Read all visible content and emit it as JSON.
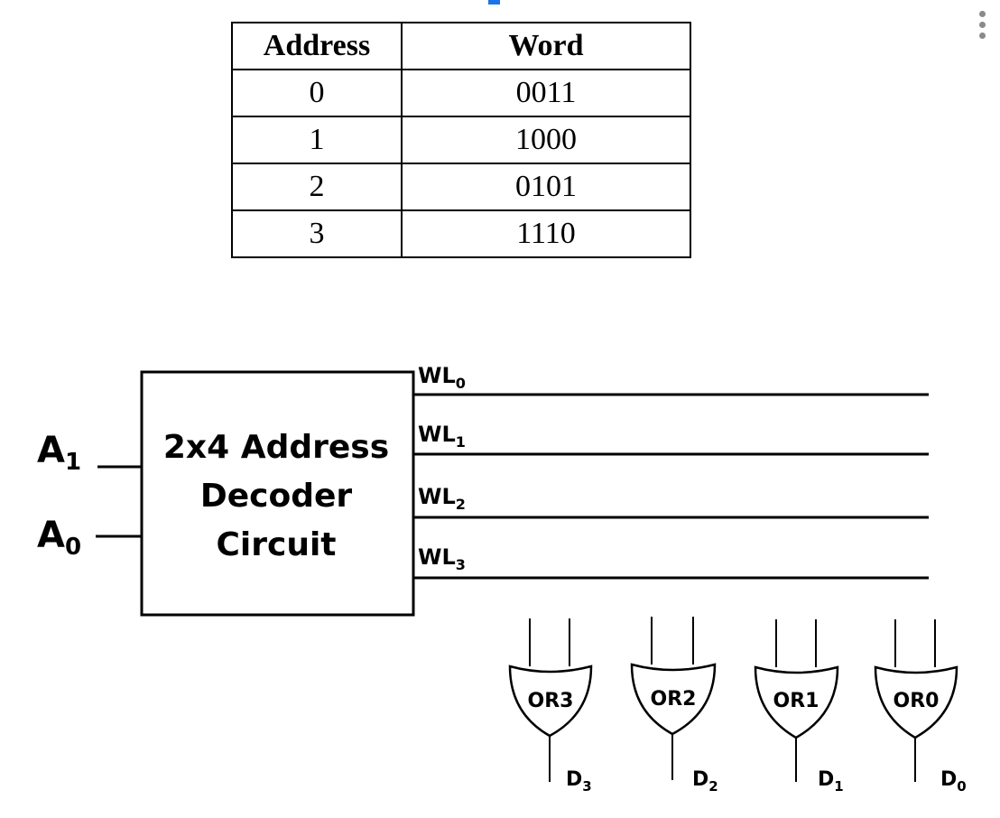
{
  "memory_table": {
    "headers": [
      "Address",
      "Word"
    ],
    "rows": [
      {
        "address": "0",
        "word": "0011"
      },
      {
        "address": "1",
        "word": "1000"
      },
      {
        "address": "2",
        "word": "0101"
      },
      {
        "address": "3",
        "word": "1110"
      }
    ]
  },
  "decoder": {
    "label_line1": "2x4 Address",
    "label_line2": "Decoder",
    "label_line3": "Circuit"
  },
  "inputs": [
    {
      "name": "A",
      "sub": "1"
    },
    {
      "name": "A",
      "sub": "0"
    }
  ],
  "word_lines": [
    {
      "name": "WL",
      "sub": "0"
    },
    {
      "name": "WL",
      "sub": "1"
    },
    {
      "name": "WL",
      "sub": "2"
    },
    {
      "name": "WL",
      "sub": "3"
    }
  ],
  "or_gates": [
    {
      "label": "OR3",
      "out_name": "D",
      "out_sub": "3"
    },
    {
      "label": "OR2",
      "out_name": "D",
      "out_sub": "2"
    },
    {
      "label": "OR1",
      "out_name": "D",
      "out_sub": "1"
    },
    {
      "label": "OR0",
      "out_name": "D",
      "out_sub": "0"
    }
  ],
  "colors": {
    "accent": "#1a73e8",
    "menu_dots": "#8a8a8a",
    "line": "#000000"
  },
  "icons": {
    "menu": "more-vert-icon"
  }
}
